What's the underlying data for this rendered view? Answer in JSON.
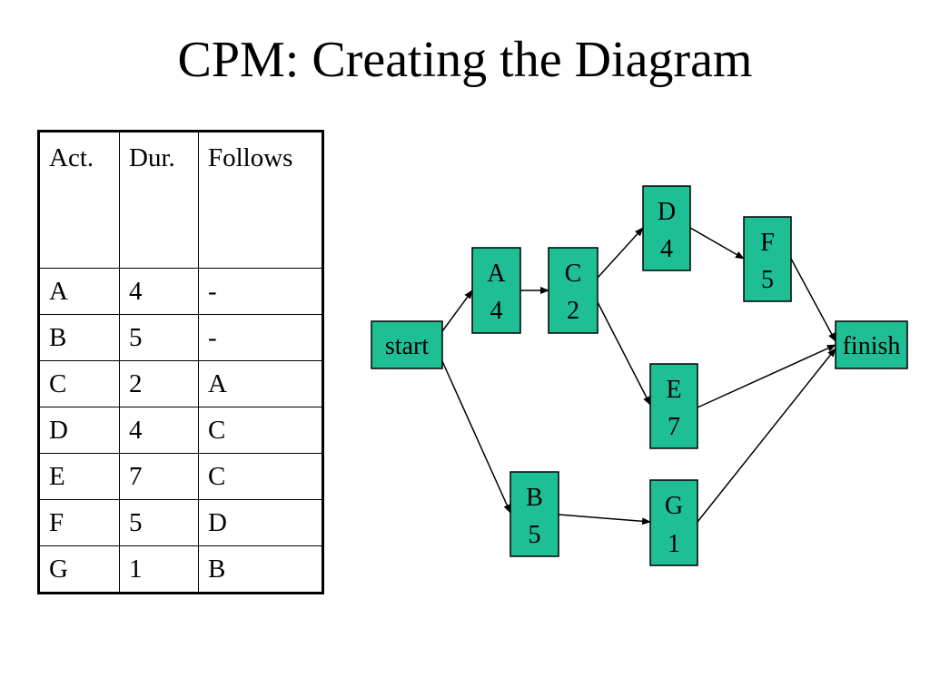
{
  "title": "CPM: Creating the Diagram",
  "table": {
    "headers": [
      "Act.",
      "Dur.",
      "Follows"
    ],
    "rows": [
      [
        "A",
        "4",
        "-"
      ],
      [
        "B",
        "5",
        "-"
      ],
      [
        "C",
        "2",
        "A"
      ],
      [
        "D",
        "4",
        "C"
      ],
      [
        "E",
        "7",
        "C"
      ],
      [
        "F",
        "5",
        "D"
      ],
      [
        "G",
        "1",
        "B"
      ]
    ]
  },
  "diagram": {
    "node_color": "#1fbf96",
    "nodes": {
      "start": {
        "label": "start"
      },
      "a": {
        "label": "A",
        "duration": "4"
      },
      "b": {
        "label": "B",
        "duration": "5"
      },
      "c": {
        "label": "C",
        "duration": "2"
      },
      "d": {
        "label": "D",
        "duration": "4"
      },
      "e": {
        "label": "E",
        "duration": "7"
      },
      "f": {
        "label": "F",
        "duration": "5"
      },
      "g": {
        "label": "G",
        "duration": "1"
      },
      "finish": {
        "label": "finish"
      }
    },
    "edges": [
      [
        "start",
        "A"
      ],
      [
        "start",
        "B"
      ],
      [
        "A",
        "C"
      ],
      [
        "C",
        "D"
      ],
      [
        "C",
        "E"
      ],
      [
        "D",
        "F"
      ],
      [
        "B",
        "G"
      ],
      [
        "F",
        "finish"
      ],
      [
        "E",
        "finish"
      ],
      [
        "G",
        "finish"
      ]
    ]
  }
}
